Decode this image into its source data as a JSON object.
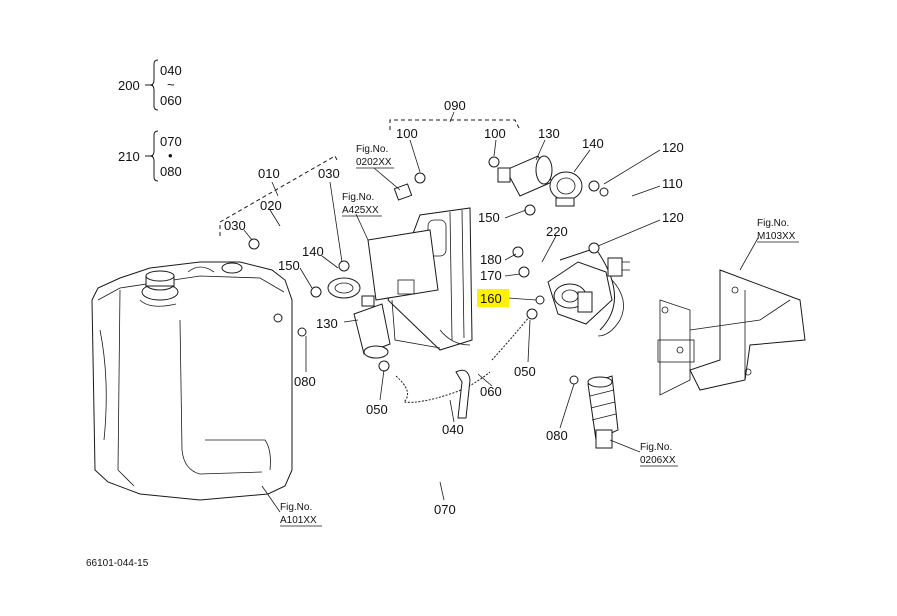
{
  "legend": {
    "group200": {
      "num": "200",
      "top": "040",
      "sep": "~",
      "bottom": "060"
    },
    "group210": {
      "num": "210",
      "top": "070",
      "sep": "•",
      "bottom": "080"
    }
  },
  "callouts": {
    "c090": "090",
    "c100a": "100",
    "c100b": "100",
    "c130a": "130",
    "c140a": "140",
    "c120a": "120",
    "c110": "110",
    "c120b": "120",
    "c150a": "150",
    "c220": "220",
    "c180": "180",
    "c170": "170",
    "c160": "160",
    "c010": "010",
    "c030a": "030",
    "c020": "020",
    "c030b": "030",
    "c140b": "140",
    "c150b": "150",
    "c130b": "130",
    "c080a": "080",
    "c050a": "050",
    "c040": "040",
    "c060": "060",
    "c050b": "050",
    "c080b": "080",
    "c070": "070"
  },
  "fig_refs": {
    "f0202": {
      "line1": "Fig.No.",
      "line2": "0202XX"
    },
    "fA425": {
      "line1": "Fig.No.",
      "line2": "A425XX"
    },
    "fM103": {
      "line1": "Fig.No.",
      "line2": "M103XX"
    },
    "f0206": {
      "line1": "Fig.No.",
      "line2": "0206XX"
    },
    "fA101": {
      "line1": "Fig.No.",
      "line2": "A101XX"
    }
  },
  "diagram_id": "66101-044-15",
  "highlight_color": "#fff200"
}
